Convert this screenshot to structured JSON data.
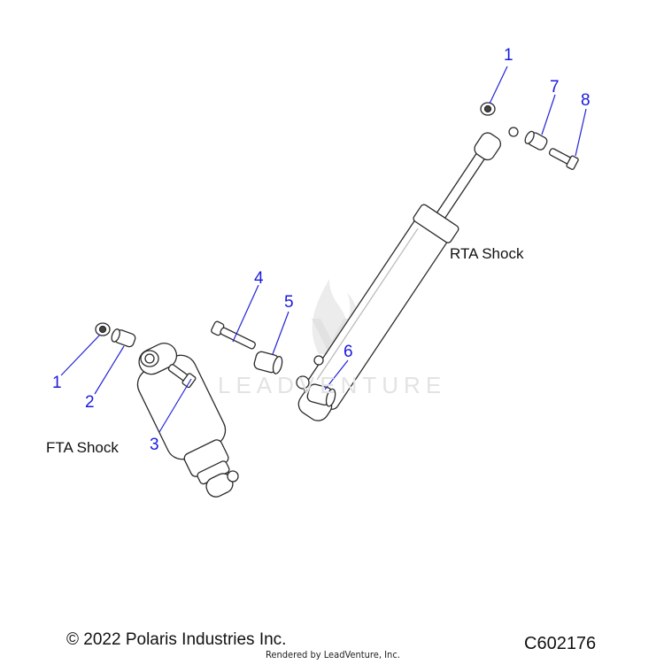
{
  "callouts": {
    "rta_1": "1",
    "rta_7": "7",
    "rta_8": "8",
    "rta_4": "4",
    "rta_5": "5",
    "rta_6": "6",
    "fta_1": "1",
    "fta_2": "2",
    "fta_3": "3"
  },
  "labels": {
    "rta_shock": "RTA Shock",
    "fta_shock": "FTA Shock"
  },
  "watermark": {
    "text": "LEADVENTURE"
  },
  "footer": {
    "copyright": "© 2022 Polaris Industries Inc.",
    "rendered_by": "Rendered by LeadVenture, Inc.",
    "diagram_code": "C602176"
  },
  "colors": {
    "callout_blue": "#1a1adf",
    "line_blue": "#2323d8",
    "part_outline": "#2a2a2a"
  }
}
